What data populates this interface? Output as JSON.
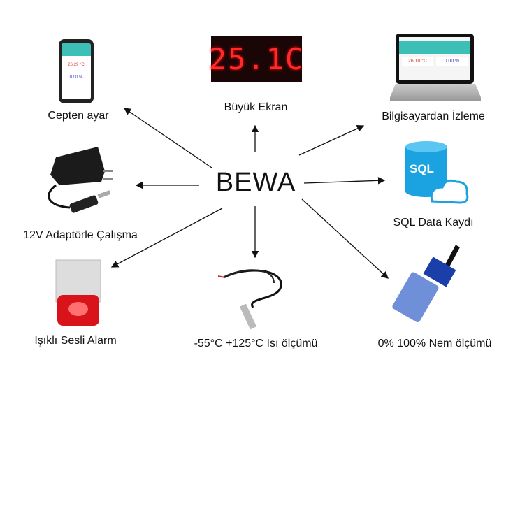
{
  "center": {
    "label": "BEWA"
  },
  "nodes": [
    {
      "label": "Cepten ayar",
      "icon": "phone-icon"
    },
    {
      "label": "Büyük Ekran",
      "icon": "led-display-icon",
      "display_value": "25.1C"
    },
    {
      "label": "Bilgisayardan İzleme",
      "icon": "laptop-icon"
    },
    {
      "label": "12V Adaptörle Çalışma",
      "icon": "adapter-icon"
    },
    {
      "label": "SQL Data Kaydı",
      "icon": "sql-database-icon",
      "badge": "SQL"
    },
    {
      "label": "Işıklı Sesli Alarm",
      "icon": "alarm-siren-icon"
    },
    {
      "label": "-55°C +125°C Isı ölçümü",
      "icon": "temperature-probe-icon"
    },
    {
      "label": "0% 100% Nem ölçümü",
      "icon": "humidity-sensor-icon"
    }
  ],
  "phone_screen": {
    "temp": "26.29 °C",
    "hum": "0.00 %"
  },
  "laptop_screen": {
    "temp": "26.10 °C",
    "hum": "0.00 %"
  },
  "colors": {
    "accent": "#3bbfb6",
    "led": "#ff2a2a",
    "sql": "#1aa3e0"
  }
}
